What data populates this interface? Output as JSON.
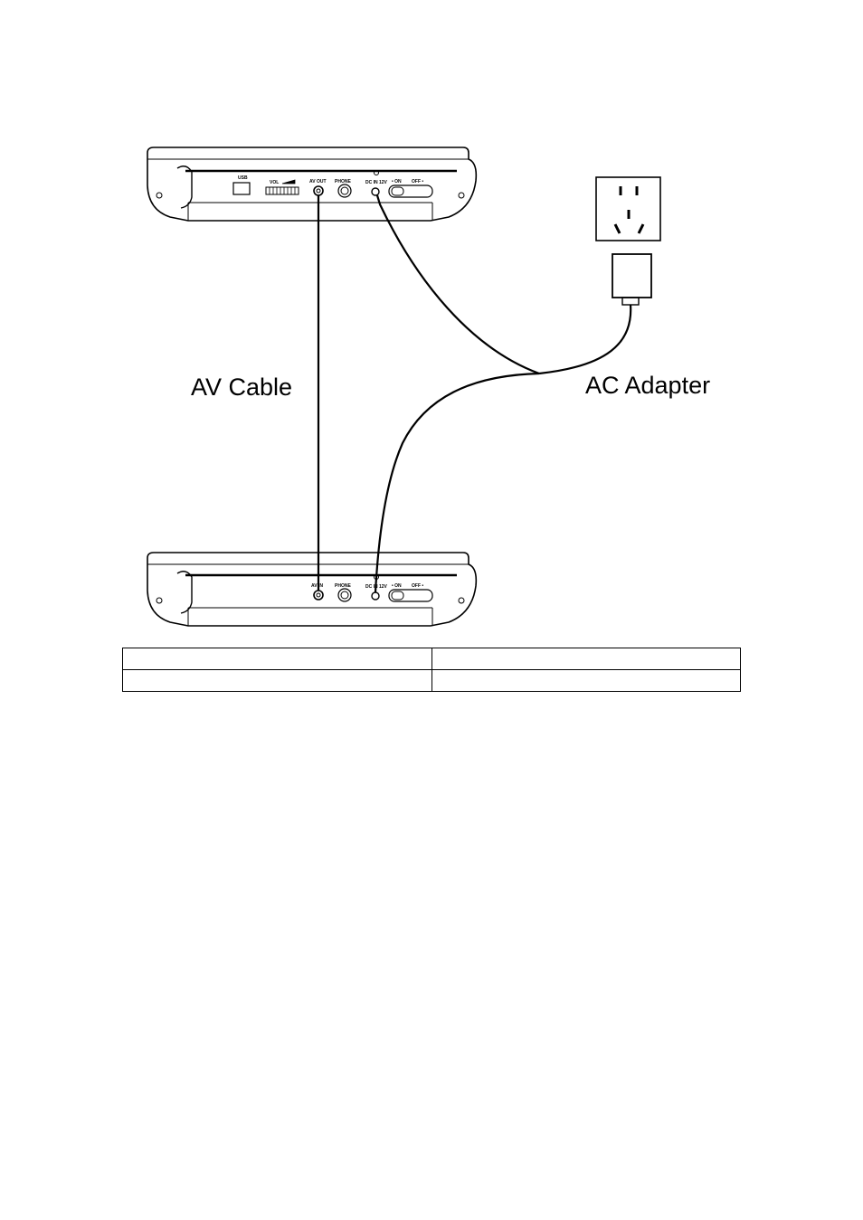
{
  "labels": {
    "av_cable": "AV Cable",
    "ac_adapter": "AC Adapter"
  },
  "player_top": {
    "usb": "USB",
    "vol": "VOL",
    "av_out": "AV OUT",
    "phone": "PHONE",
    "dc_in": "DC IN 12V",
    "on": "• ON",
    "off": "OFF •"
  },
  "player_bottom": {
    "av_in": "AV IN",
    "phone": "PHONE",
    "dc_in": "DC IN 12V",
    "on": "• ON",
    "off": "OFF •"
  },
  "table": {
    "rows": [
      [
        "",
        ""
      ],
      [
        "",
        ""
      ]
    ]
  }
}
